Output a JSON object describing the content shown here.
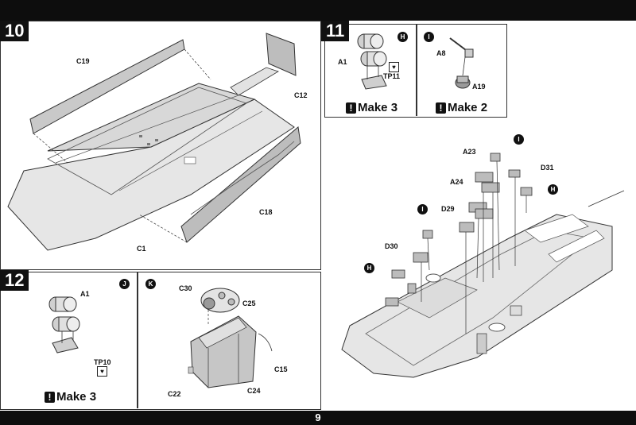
{
  "page": {
    "number": "9"
  },
  "steps": [
    {
      "number": "10",
      "labels": {
        "c19": "C19",
        "c12": "C12",
        "c18": "C18",
        "c1": "C1"
      }
    },
    {
      "number": "11",
      "sub_h": {
        "tag": "H",
        "labels": {
          "a1": "A1",
          "tp11": "TP11"
        },
        "make": "Make 3"
      },
      "sub_i": {
        "tag": "I",
        "labels": {
          "a8": "A8",
          "a19": "A19"
        },
        "make": "Make 2"
      },
      "main": {
        "labels": {
          "a23": "A23",
          "d31": "D31",
          "a24": "A24",
          "d29": "D29",
          "d30": "D30"
        }
      },
      "tag_i": "I",
      "tag_h": "H"
    },
    {
      "number": "12",
      "sub_j": {
        "tag": "J",
        "labels": {
          "a1": "A1",
          "tp10": "TP10"
        },
        "make": "Make 3"
      },
      "sub_k": {
        "tag": "K",
        "labels": {
          "c30": "C30",
          "c25": "C25",
          "c15": "C15",
          "c22": "C22",
          "c24": "C24"
        }
      }
    }
  ],
  "icons": {
    "make": "exclamation-icon",
    "tp": "heart-icon"
  }
}
